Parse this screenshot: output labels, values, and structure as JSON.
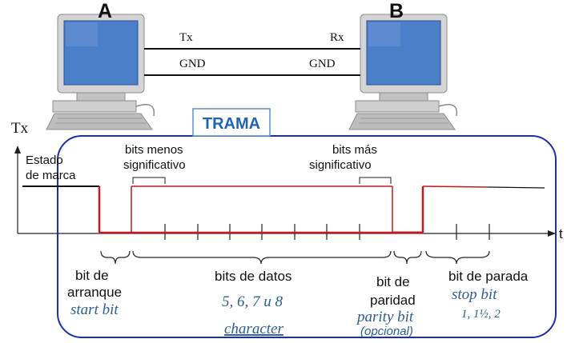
{
  "computers": {
    "left_label": "A",
    "right_label": "B"
  },
  "wires": {
    "tx_label": "Tx",
    "rx_label": "Rx",
    "gnd_left": "GND",
    "gnd_right": "GND"
  },
  "signal": {
    "axis_label": "Tx",
    "time_label": "t",
    "frame_title": "TRAMA",
    "mark_state": [
      "Estado",
      "de marca"
    ],
    "lsb": [
      "bits menos",
      "significativo"
    ],
    "msb": [
      "bits más",
      "significativo"
    ]
  },
  "fields": {
    "start": {
      "lines": [
        "bit de",
        "arranque"
      ],
      "english": "start bit"
    },
    "data": {
      "label": "bits de datos",
      "sizes": "5, 6, 7 u 8",
      "english": "character"
    },
    "parity": {
      "lines": [
        "bit de",
        "paridad"
      ],
      "english": "parity bit",
      "note": "(opcional)"
    },
    "stop": {
      "label": "bit de parada",
      "english": "stop bit",
      "sizes": "1, 1½, 2"
    }
  },
  "colors": {
    "frame_border": "#1a2fb0",
    "frame_title": "#1f63b8",
    "signal_red": "#c0191e",
    "annotation_blue": "#2b5d9a"
  }
}
